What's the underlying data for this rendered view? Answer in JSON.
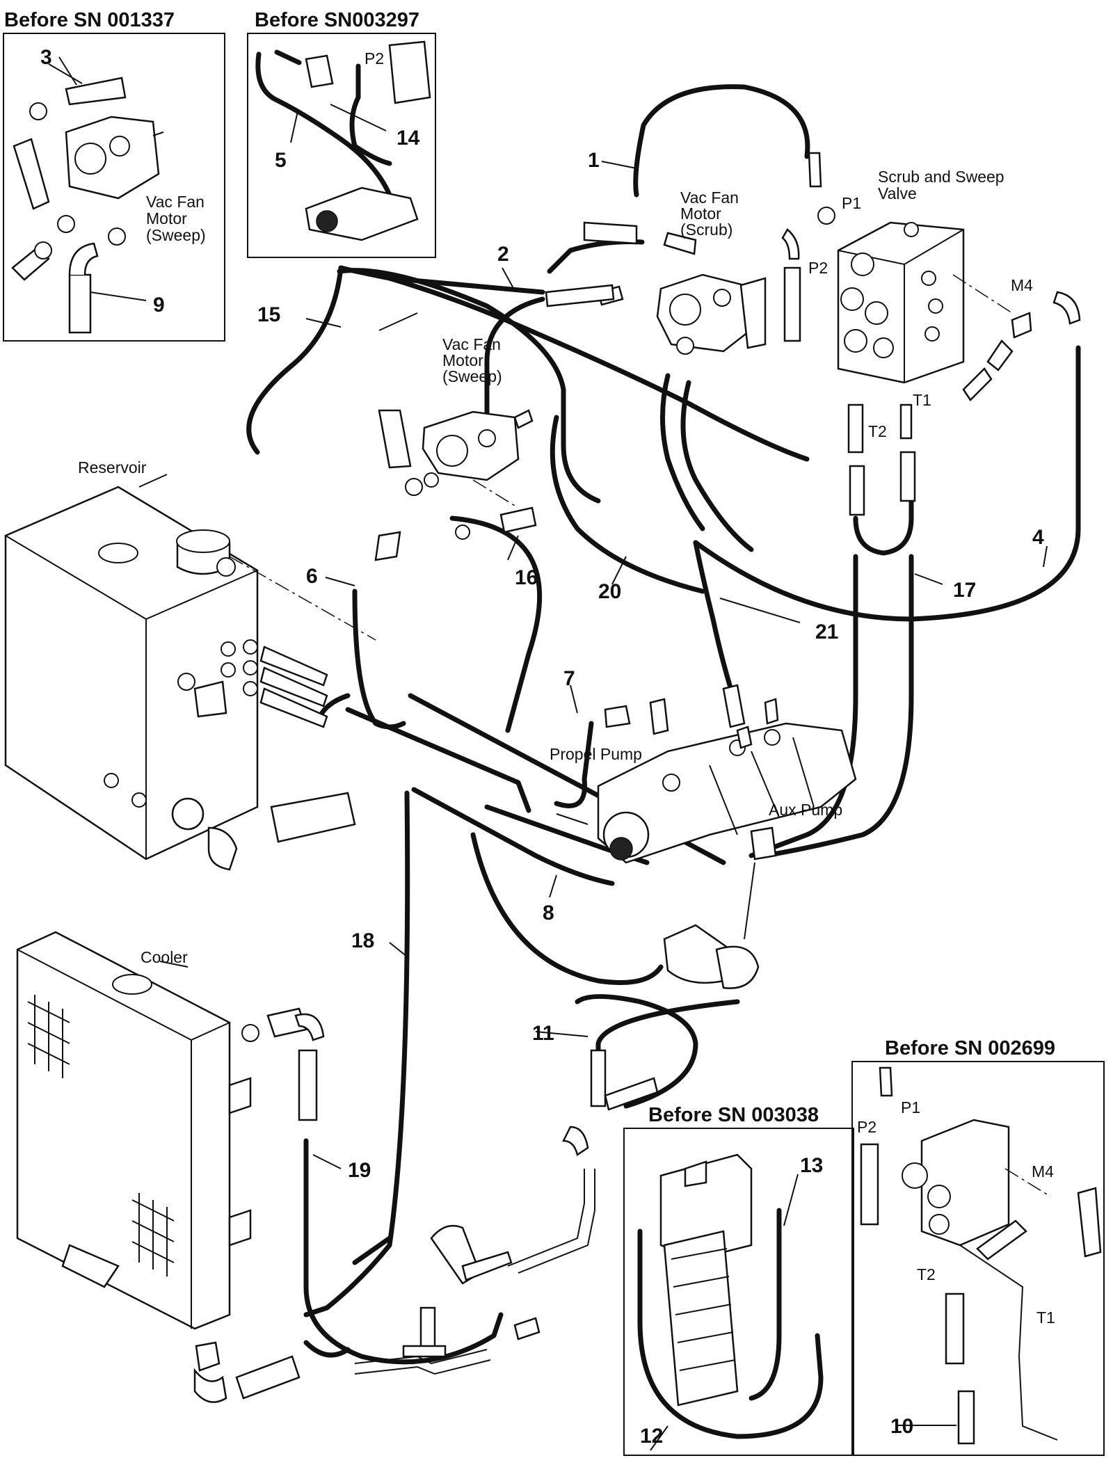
{
  "insets": {
    "sn001337": "Before SN 001337",
    "sn003297": "Before SN003297",
    "sn003038": "Before SN 003038",
    "sn002699": "Before SN 002699"
  },
  "components": {
    "vac_fan_motor_sweep_inset": [
      "Vac Fan",
      "Motor",
      "(Sweep)"
    ],
    "vac_fan_motor_scrub": [
      "Vac Fan",
      "Motor",
      "(Scrub)"
    ],
    "vac_fan_motor_sweep": [
      "Vac Fan",
      "Motor",
      "(Sweep)"
    ],
    "scrub_sweep_valve": [
      "Scrub and Sweep",
      "Valve"
    ],
    "reservoir": "Reservoir",
    "propel_pump": "Propel Pump",
    "aux_pump": "Aux Pump",
    "cooler": "Cooler"
  },
  "ports": {
    "p1": "P1",
    "p2": "P2",
    "m4": "M4",
    "t1": "T1",
    "t2": "T2",
    "p2_inset": "P2"
  },
  "inset_ports": {
    "p1": "P1",
    "p2": "P2",
    "m4": "M4",
    "t1": "T1",
    "t2": "T2"
  },
  "callouts": {
    "c1": "1",
    "c2": "2",
    "c3": "3",
    "c4": "4",
    "c5": "5",
    "c6": "6",
    "c7": "7",
    "c8": "8",
    "c9": "9",
    "c10": "10",
    "c11": "11",
    "c12": "12",
    "c13": "13",
    "c14": "14",
    "c15": "15",
    "c16": "16",
    "c17": "17",
    "c18": "18",
    "c19": "19",
    "c20": "20",
    "c21": "21"
  }
}
